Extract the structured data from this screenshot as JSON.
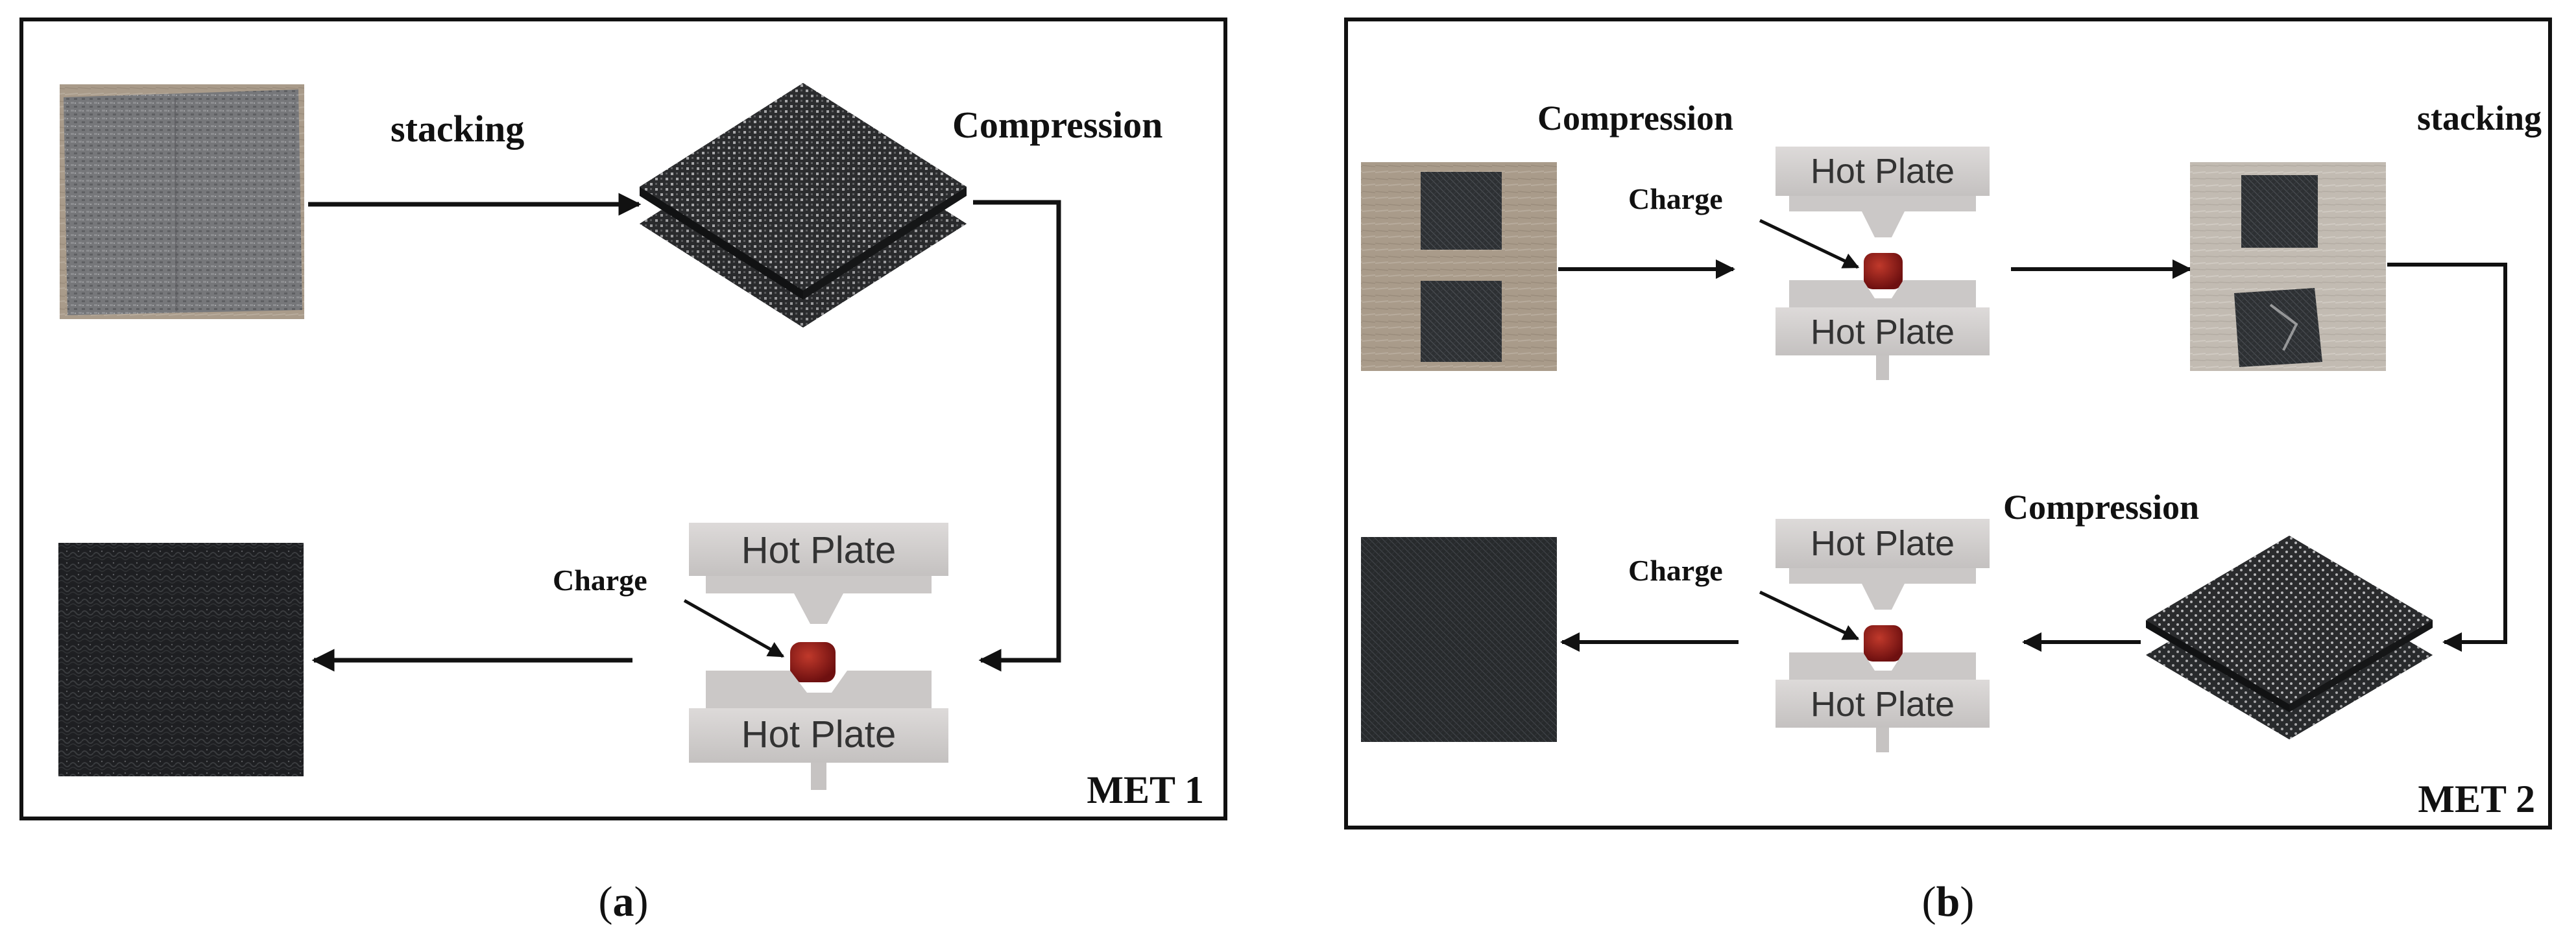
{
  "panel_a": {
    "caption_open": "(",
    "caption_letter": "a",
    "caption_close": ")",
    "met_label": "MET 1",
    "stacking_label": "stacking",
    "compression_label": "Compression",
    "charge_label": "Charge",
    "plate_top": "Hot Plate",
    "plate_bottom": "Hot Plate"
  },
  "panel_b": {
    "caption_open": "(",
    "caption_letter": "b",
    "caption_close": ")",
    "met_label": "MET 2",
    "compression_label_1": "Compression",
    "stacking_label": "stacking",
    "compression_label_2": "Compression",
    "charge_label_1": "Charge",
    "charge_label_2": "Charge",
    "plate_top_1": "Hot Plate",
    "plate_bottom_1": "Hot Plate",
    "plate_top_2": "Hot Plate",
    "plate_bottom_2": "Hot Plate"
  },
  "colors": {
    "frame": "#111111",
    "plate_fill": "#cfcccb",
    "plate_text": "#333333",
    "charge": "#8b1a1a",
    "mat_dark": "#252628",
    "fabric_grey": "#7c7c7e"
  }
}
